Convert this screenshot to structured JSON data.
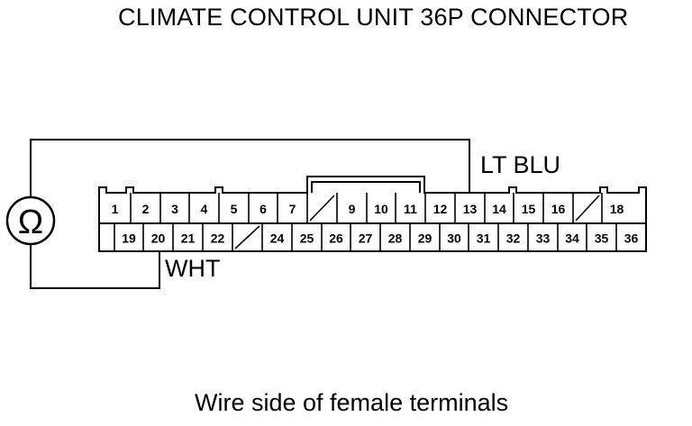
{
  "title": "CLIMATE CONTROL UNIT 36P CONNECTOR",
  "caption": "Wire side of female terminals",
  "meter_symbol": "Ω",
  "wires": {
    "top": "LT BLU",
    "bottom": "WHT"
  },
  "connector": {
    "row1": [
      "1",
      "2",
      "3",
      "4",
      "5",
      "6",
      "7",
      "",
      "9",
      "10",
      "11",
      "12",
      "13",
      "14",
      "15",
      "16",
      "",
      "18"
    ],
    "row2": [
      "",
      "19",
      "20",
      "21",
      "22",
      "",
      "24",
      "25",
      "26",
      "27",
      "28",
      "29",
      "30",
      "31",
      "32",
      "33",
      "34",
      "35",
      "36"
    ]
  }
}
